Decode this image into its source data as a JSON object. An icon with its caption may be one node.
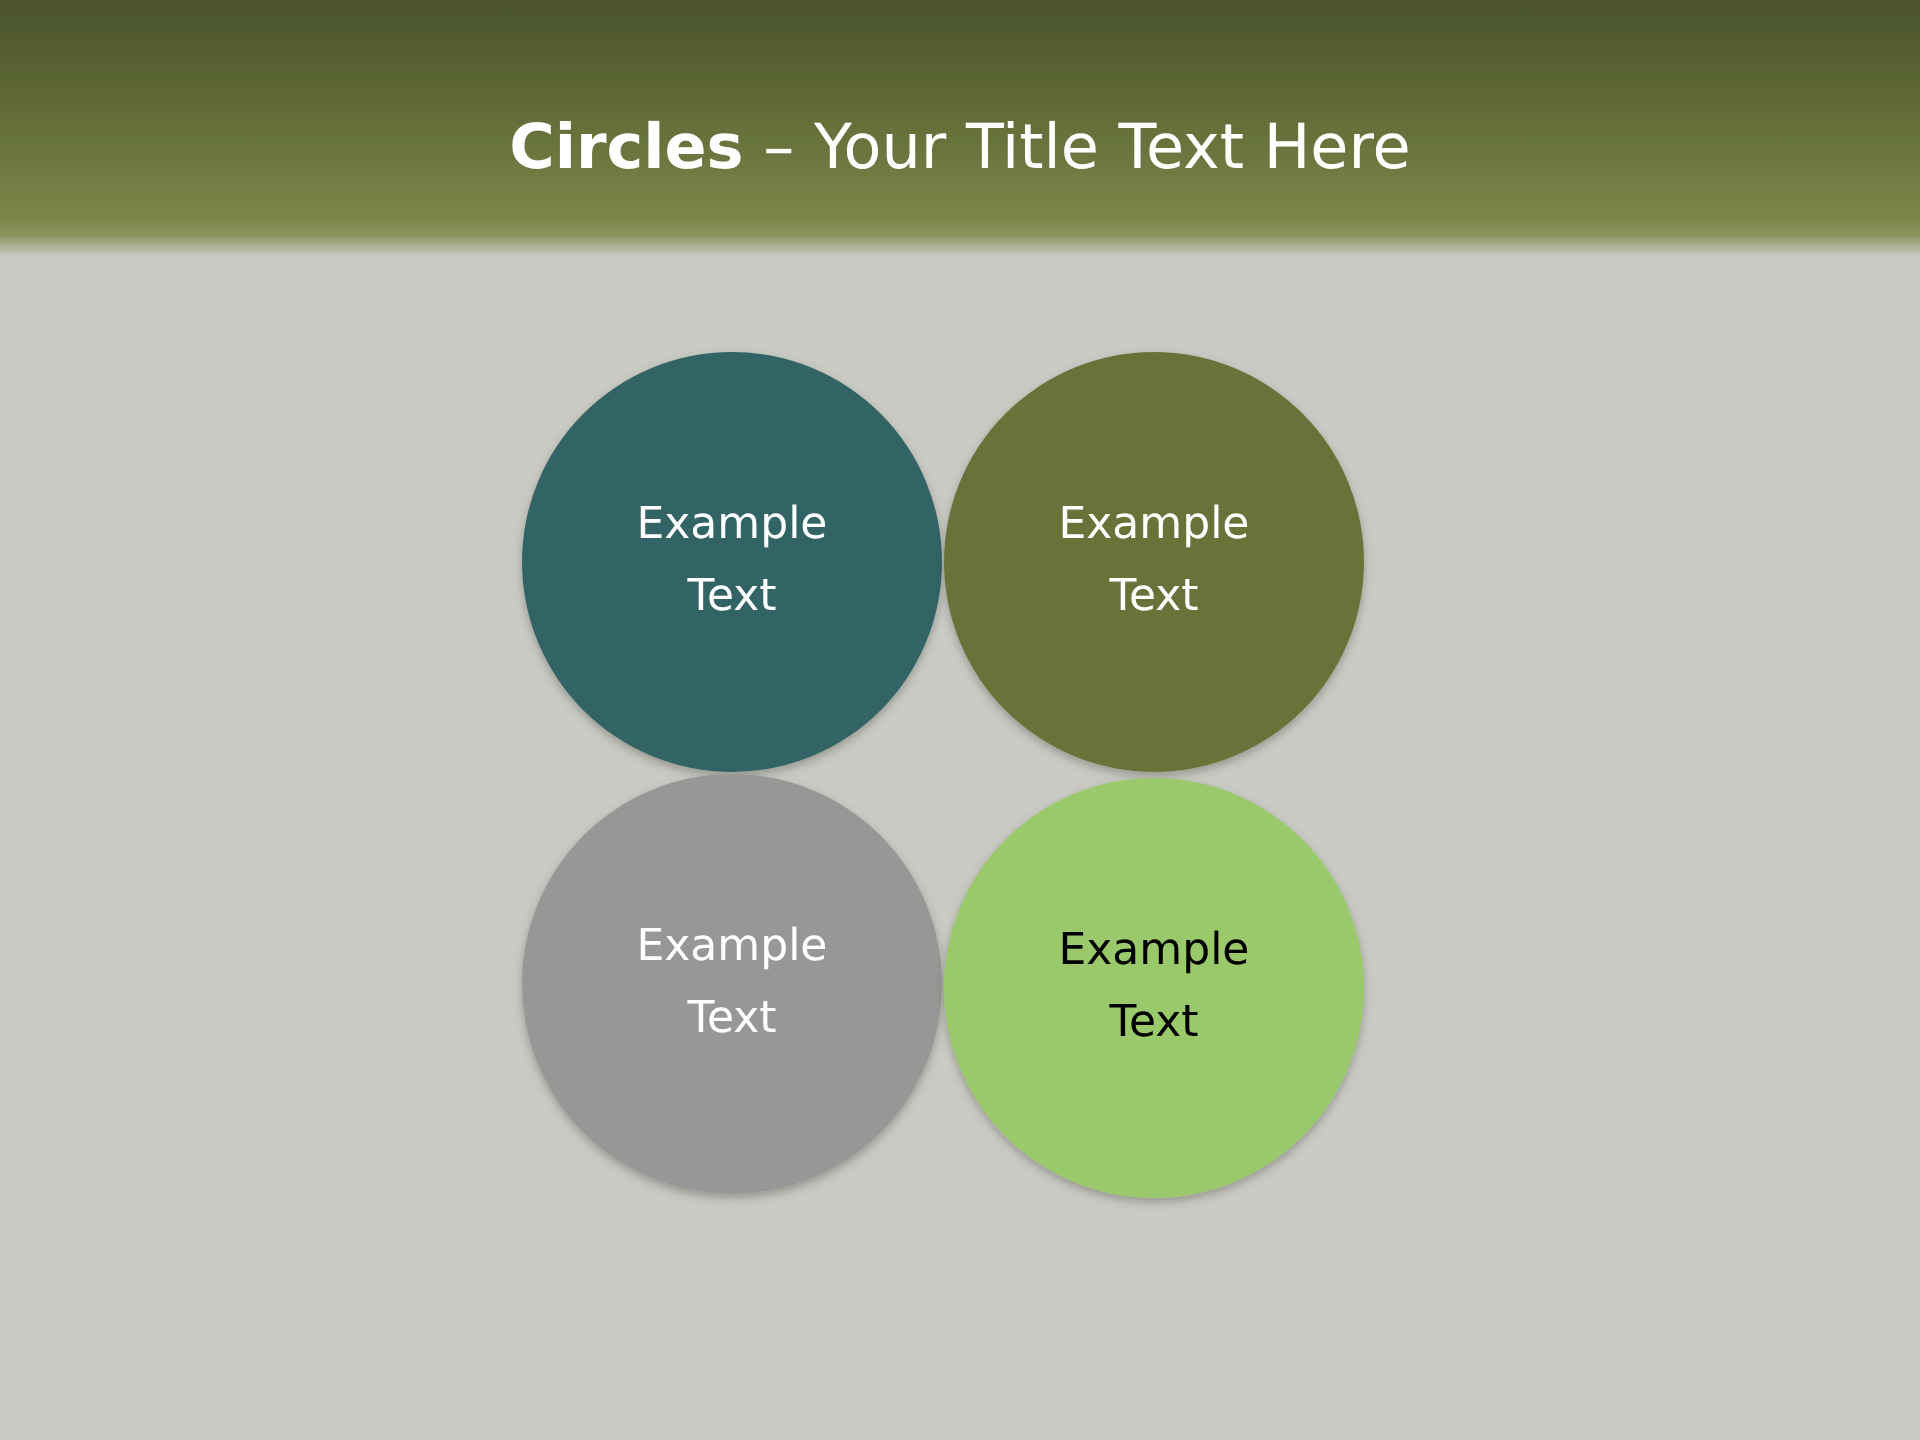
{
  "diagram": {
    "title": "**Circles** – Your Title Text Here",
    "nodes": [
      {
        "text": [
          "Example Text"
        ]
      },
      {
        "text": [
          "Example Text"
        ]
      },
      {
        "text": [
          "Example Text"
        ]
      },
      {
        "text": [
          "Example Text"
        ]
      }
    ]
  }
}
